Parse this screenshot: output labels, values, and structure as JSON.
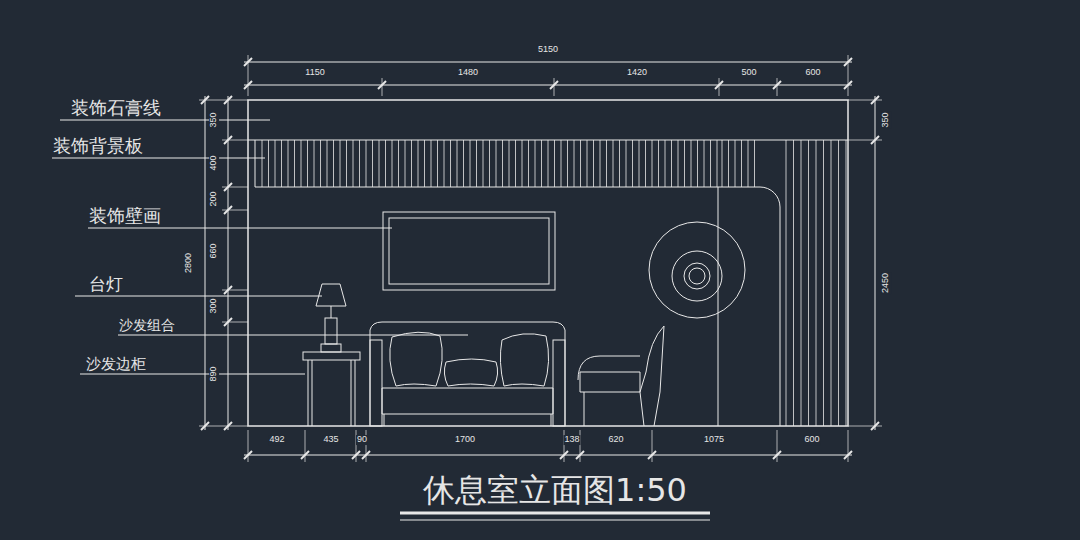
{
  "diagram": {
    "title": "休息室立面图1:50",
    "labels": [
      "装饰石膏线",
      "装饰背景板",
      "装饰壁画",
      "台灯",
      "沙发组合",
      "沙发边柜",
      "5150",
      "1150",
      "1480",
      "1420",
      "500",
      "600",
      "350",
      "400",
      "200",
      "660",
      "300",
      "890",
      "2800",
      "350",
      "2450",
      "492",
      "435",
      "90",
      "1700",
      "138",
      "620",
      "1075",
      "600"
    ]
  }
}
